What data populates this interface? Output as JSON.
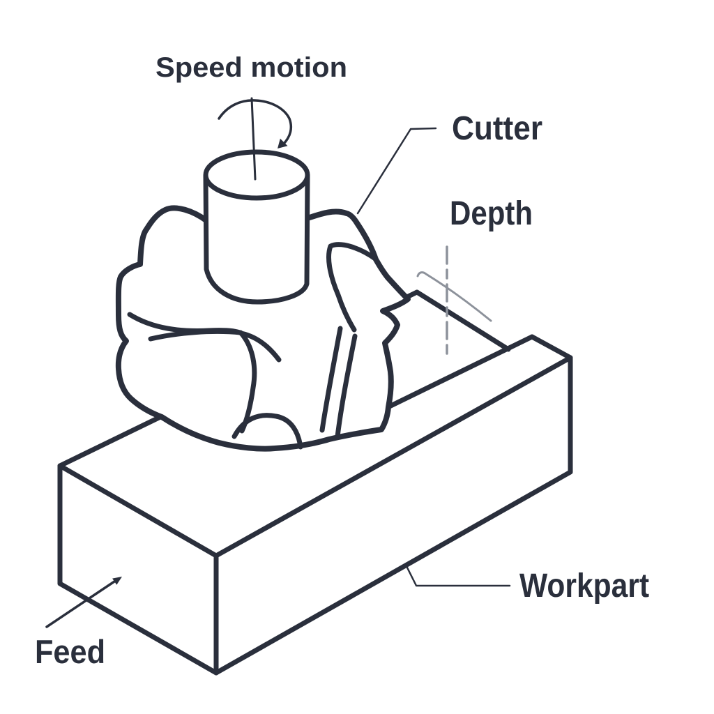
{
  "figure": {
    "type": "technical line diagram",
    "subject": "peripheral slab milling operation",
    "background": "#ffffff",
    "colors": {
      "ink": "#2a2f3c",
      "gray": "#8d929b"
    },
    "labels": {
      "speed_motion": "Speed motion",
      "cutter": "Cutter",
      "depth": "Depth",
      "workpart": "Workpart",
      "feed": "Feed"
    },
    "parts": [
      "rotation arrow over spindle axis",
      "cylindrical arbor",
      "multi-tooth milling cutter",
      "rectangular workpart block with milled step",
      "depth reference dashed line",
      "feed direction arrow"
    ]
  }
}
